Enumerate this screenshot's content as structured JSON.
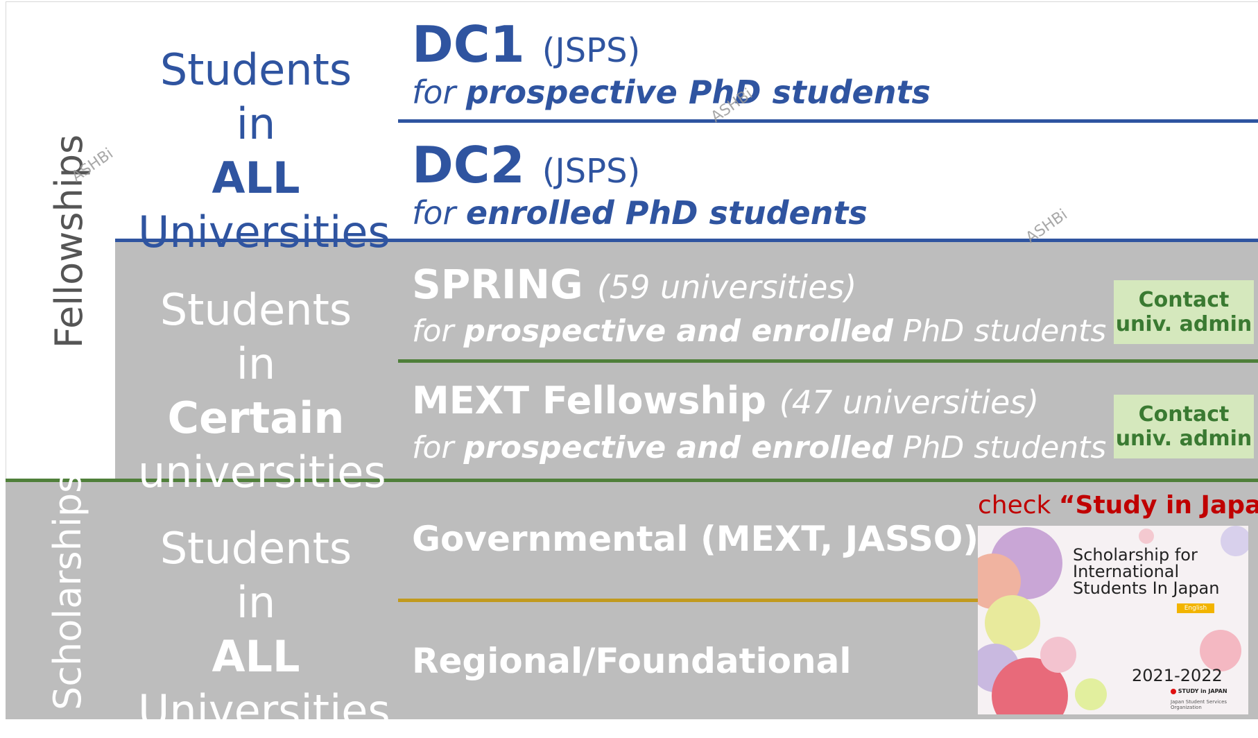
{
  "side_labels": {
    "fellowships": "Fellowships",
    "scholarships": "Scholarships"
  },
  "groups": {
    "all_top": {
      "line1": "Students in",
      "line2": "ALL",
      "line3": "Universities"
    },
    "certain": {
      "line1": "Students in",
      "line2": "Certain",
      "line3": "universities"
    },
    "all_bottom": {
      "line1": "Students in",
      "line2": "ALL",
      "line3": "Universities"
    }
  },
  "programs": {
    "dc1": {
      "name": "DC1",
      "org": "(JSPS)",
      "sub_prefix": "for",
      "sub_bold": "prospective PhD students"
    },
    "dc2": {
      "name": "DC2",
      "org": "(JSPS)",
      "sub_prefix": "for",
      "sub_bold": "enrolled PhD students"
    },
    "spring": {
      "name": "SPRING",
      "note": "(59 universities)",
      "sub_prefix": "for",
      "sub_bold": "prospective and enrolled",
      "sub_suffix": "PhD students"
    },
    "mext": {
      "name": "MEXT Fellowship",
      "note": "(47 universities)",
      "sub_prefix": "for",
      "sub_bold": "prospective and enrolled",
      "sub_suffix": "PhD students"
    },
    "gov": {
      "name": "Governmental (MEXT, JASSO)"
    },
    "regional": {
      "name": "Regional/Foundational"
    }
  },
  "contact": {
    "spring": {
      "line1": "Contact",
      "line2": "univ. admin"
    },
    "mext": {
      "line1": "Contact",
      "line2": "univ. admin"
    }
  },
  "study_in_japan": {
    "check_prefix": "check",
    "check_title": "“Study in Japan”",
    "cover_title": "Scholarship for\nInternational\nStudents In Japan",
    "cover_tag": "English",
    "cover_year": "2021-2022",
    "cover_logo": "STUDY in JAPAN",
    "cover_org": "Japan Student Services Organization"
  },
  "watermark": "ASHBi",
  "colors": {
    "blue": "#2f54a0",
    "gray": "#bdbdbd",
    "green": "#4f7f3a",
    "gold": "#c19a1e",
    "red": "#c00000",
    "contact_bg": "#d5e8bd"
  }
}
